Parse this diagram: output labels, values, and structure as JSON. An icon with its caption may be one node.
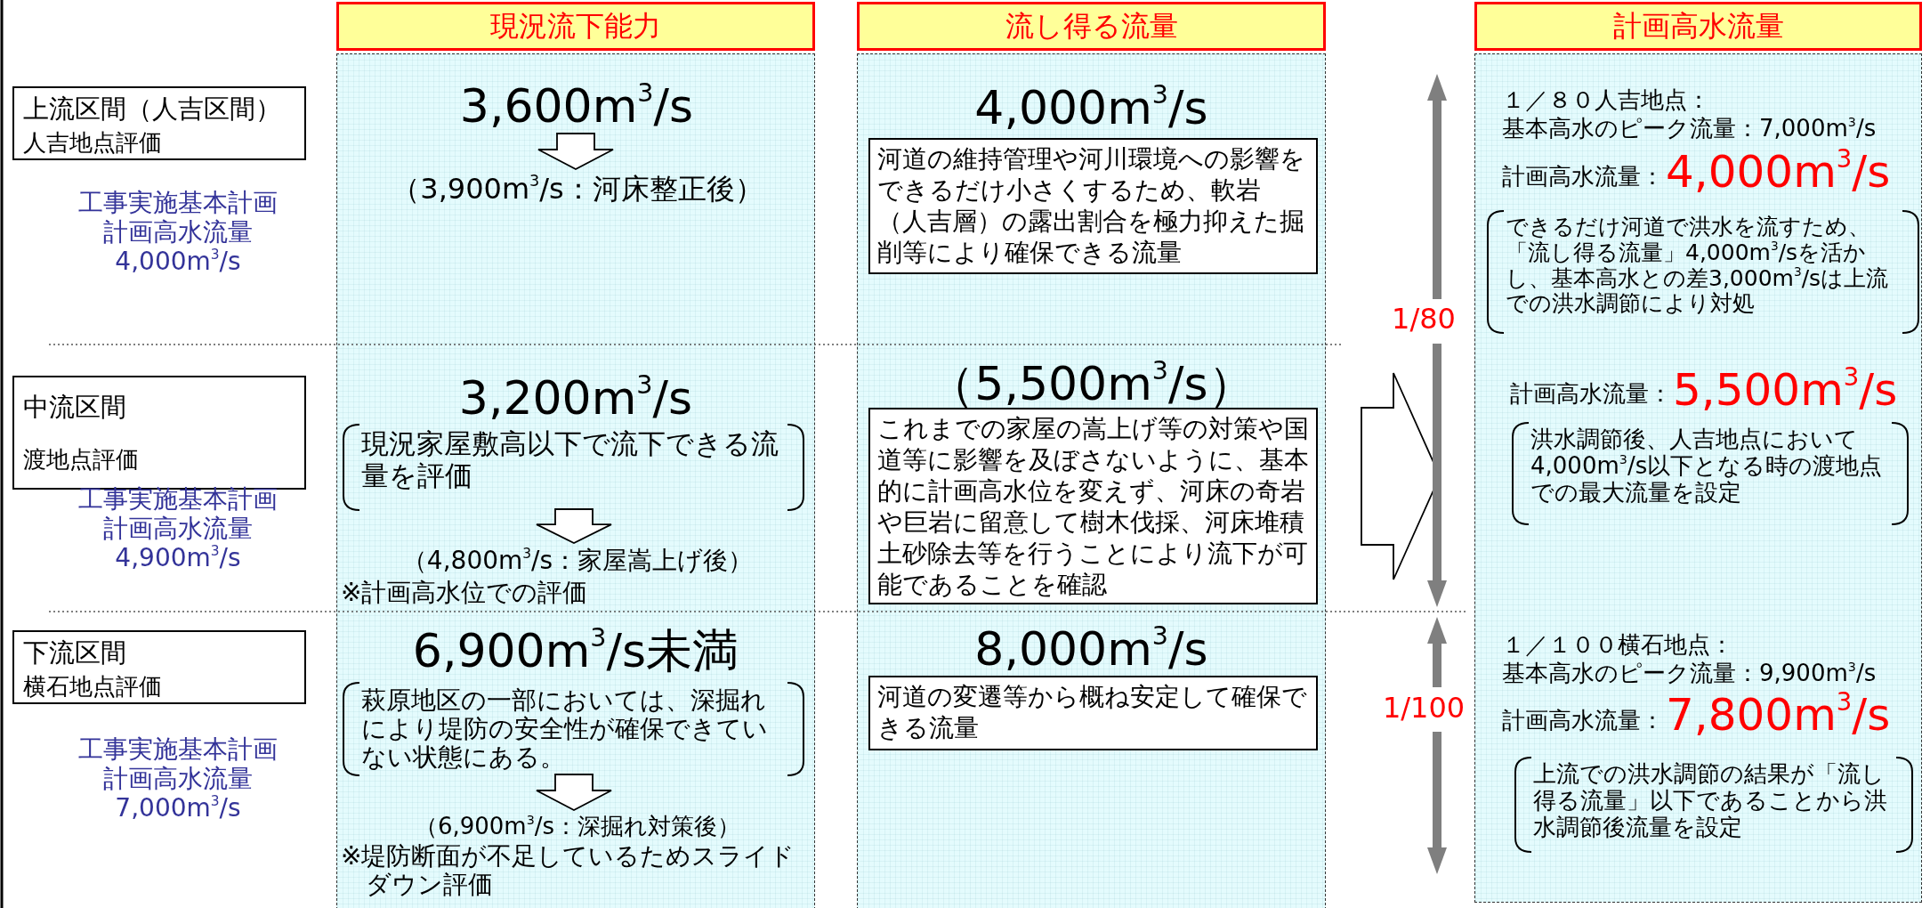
{
  "diagram": {
    "nodes": [
      {
        "text": [
          "現況流下能力"
        ]
      },
      {
        "text": [
          "流し得る流量"
        ]
      },
      {
        "text": [
          "計画高水流量"
        ]
      },
      {
        "text": [],
        "shape": "box"
      },
      {
        "text": [],
        "shape": "box"
      },
      {
        "text": [],
        "shape": "box"
      },
      {
        "text": [
          "上流区間（人吉区間）",
          "人吉地点評価"
        ]
      },
      {
        "text": [
          "中流区間",
          "渡地点評価"
        ]
      },
      {
        "text": [
          "下流区間",
          "横石地点評価"
        ]
      },
      {
        "text": [
          "3,600m$^{3}$/s"
        ],
        "in": 3
      },
      {
        "text": [
          "（3,900m$^{3}$/s：河床整正後）"
        ],
        "in": 3
      },
      {
        "text": [
          "現況家屋敷高以下で流下できる流量を評価"
        ],
        "in": 3
      },
      {
        "text": [
          "（4,800m$^{3}$/s：家屋嵩上げ後）"
        ],
        "in": 3
      },
      {
        "text": [
          "萩原地区の一部においては、深掘れにより堤防の安全性が確保できていない状態にある。"
        ],
        "in": 3
      },
      {
        "text": [
          "（6,900m$^{3}$/s：深掘れ対策後）"
        ],
        "in": 3
      },
      {
        "text": [
          "河道の維持管理や河川環境への影響をできるだけ小さくするため、軟岩（人吉層）の露出割合を極力抑えた掘削等により確保できる流量"
        ],
        "in": 4
      },
      {
        "text": [
          "これまでの家屋の嵩上げ等の対策や国道等に影響を及ぼさないように、基本的に計画高水位を変えず、河床の奇岩や巨岩に留意して樹木伐採、河床堆積土砂除去等を行うことにより流下が可能であることを確認"
        ],
        "in": 4
      },
      {
        "text": [
          "河道の変遷等から概ね安定して確保できる流量"
        ],
        "in": 4
      },
      {
        "text": [
          "できるだけ河道で洪水を流すため、「流し得る流量」4,000m$^{3}$/sを活かし、基本高水との差3,000m$^{3}$/sは上流での洪水調節により対処"
        ],
        "in": 5
      },
      {
        "text": [
          "洪水調節後、人吉地点において4,000m$^{3}$/s以下となる時の渡地点での最大流量を設定"
        ],
        "in": 5
      },
      {
        "text": [
          "上流での洪水調節の結果が「流し得る流量」以下であることから洪水調節後流量を設定"
        ],
        "in": 5
      }
    ],
    "edges": [
      {
        "from": 9,
        "to": 10,
        "arrow": "to"
      },
      {
        "from": 11,
        "to": 12,
        "arrow": "to"
      },
      {
        "from": 13,
        "to": 14,
        "arrow": "to"
      },
      {
        "from": 4,
        "to": 5,
        "arrow": "to"
      }
    ],
    "labels": [
      "4,000m$^{3}$/s",
      "１／８０人吉地点：",
      "基本高水のピーク流量：7,000m$^{3}$/s",
      "計画高水流量：",
      "4,000m$^{3}$/s",
      "工事実施基本計画",
      "計画高水流量",
      "4,000m$^{3}$/s",
      "3,200m$^{3}$/s",
      "（5,500m$^{3}$/s）",
      "1/80",
      "計画高水流量：",
      "5,500m$^{3}$/s",
      "工事実施基本計画",
      "計画高水流量",
      "4,900m$^{3}$/s",
      "※計画高水位での評価",
      "6,900m$^{3}$/s未満",
      "8,000m$^{3}$/s",
      "1/100",
      "１／１００横石地点：",
      "基本高水のピーク流量：9,900m$^{3}$/s",
      "計画高水流量：",
      "7,800m$^{3}$/s",
      "工事実施基本計画",
      "計画高水流量",
      "7,000m$^{3}$/s",
      "※堤防断面が不足しているためスライドダウン評価"
    ]
  }
}
